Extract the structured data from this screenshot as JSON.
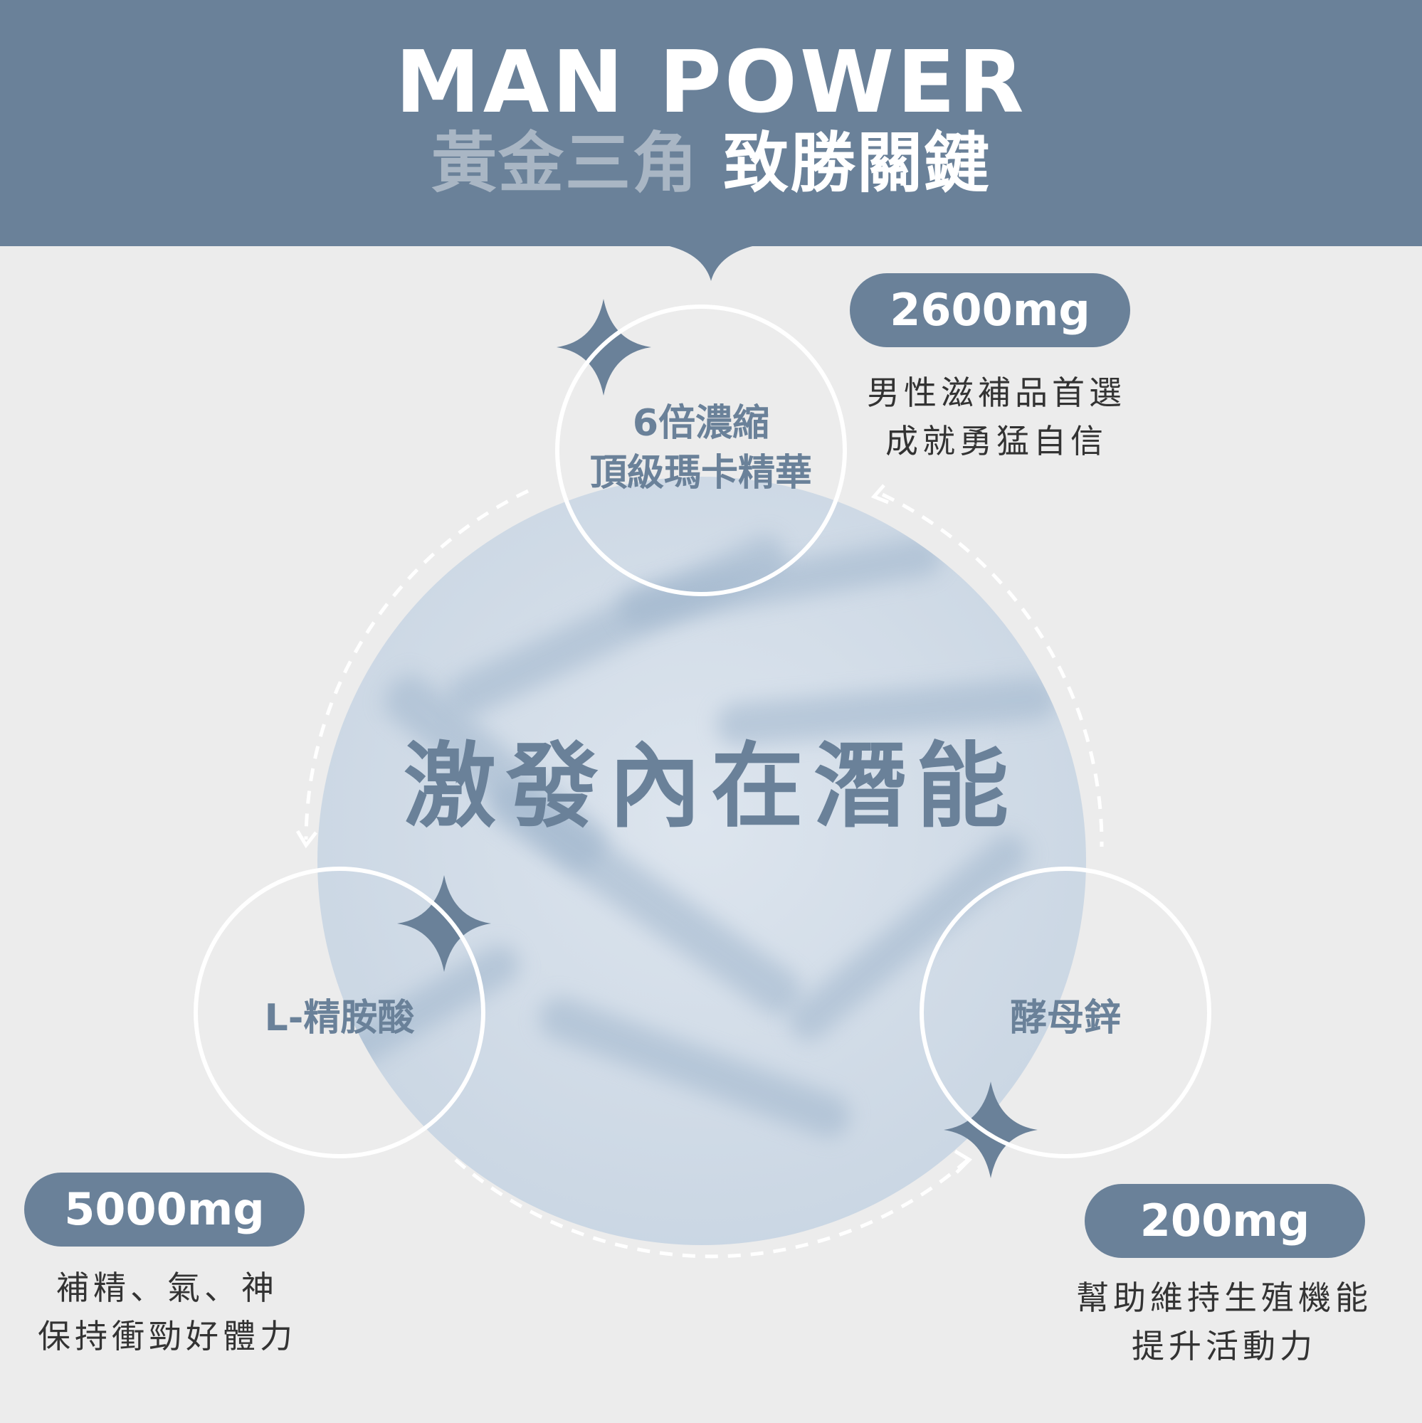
{
  "header": {
    "title_en": "MAN POWER",
    "title_zh_muted": "黃金三角",
    "title_zh_bright": "致勝關鍵"
  },
  "center": {
    "slogan": "激發內在潛能"
  },
  "nodes": {
    "top": {
      "label_line1": "6倍濃縮",
      "label_line2": "頂級瑪卡精華",
      "dose": "2600mg",
      "desc_line1": "男性滋補品首選",
      "desc_line2": "成就勇猛自信"
    },
    "left": {
      "label": "L-精胺酸",
      "dose": "5000mg",
      "desc_line1": "補精、氣、神",
      "desc_line2": "保持衝勁好體力"
    },
    "right": {
      "label": "酵母鋅",
      "dose": "200mg",
      "desc_line1": "幫助維持生殖機能",
      "desc_line2": "提升活動力"
    }
  },
  "colors": {
    "accent": "#6a8199",
    "muted_title": "#a9b6c4",
    "background": "#ececec",
    "text": "#333333"
  },
  "icons": [
    "sparkle-star-icon",
    "sparkle-star-icon",
    "sparkle-star-icon",
    "dashed-cycle-arrow-icon"
  ]
}
